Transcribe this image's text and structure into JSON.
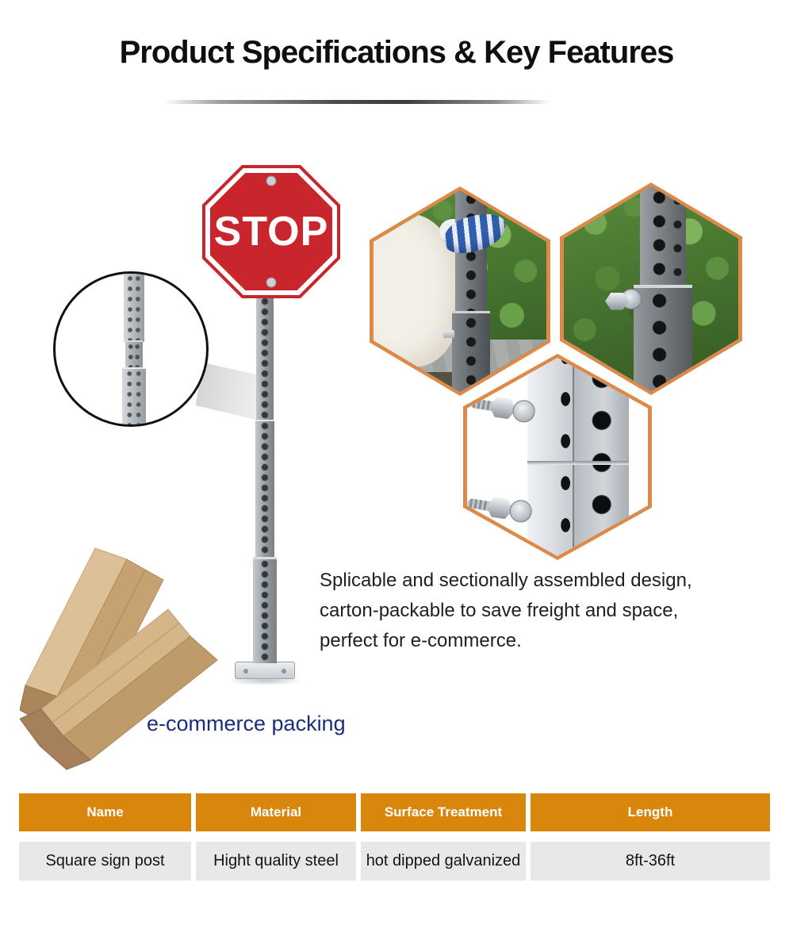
{
  "title": "Product Specifications & Key Features",
  "stop_sign": {
    "label": "STOP"
  },
  "description": {
    "line1": "Splicable and sectionally assembled design,",
    "line2": "carton-packable to save freight and space,",
    "line3": "perfect for e-commerce."
  },
  "packing": {
    "caption": "e-commerce packing"
  },
  "spec_table": {
    "headers": {
      "name": "Name",
      "material": "Material",
      "surface": "Surface Treatment",
      "length": "Length"
    },
    "row": {
      "name": "Square sign post",
      "material": "Hight quality steel",
      "surface": "hot dipped galvanized",
      "length": "8ft-36ft"
    }
  },
  "colors": {
    "accent_orange": "#DC8A4A",
    "table_header_orange": "#D9860D",
    "stop_sign_red": "#C8262C",
    "caption_navy": "#1A2E7C"
  }
}
